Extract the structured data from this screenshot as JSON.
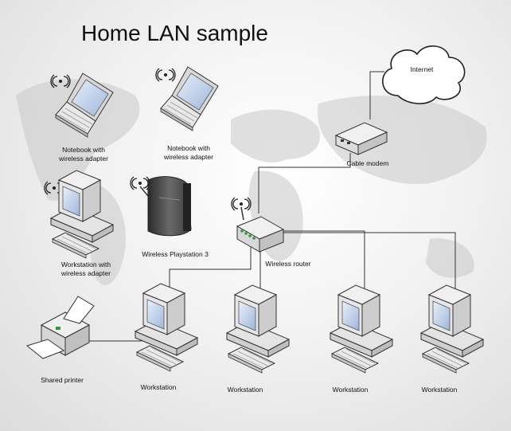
{
  "title": "Home LAN sample",
  "nodes": {
    "notebook1": [
      "Notebook with",
      "wireless adapter"
    ],
    "notebook2": [
      "Notebook with",
      "wireless adapter"
    ],
    "ws_wireless": [
      "Workstation with",
      "wireless adapter"
    ],
    "playstation": "Wireless Playstation 3",
    "internet": "Internet",
    "cable_modem": "Cable modem",
    "router": "Wireless router",
    "printer": "Shared printer",
    "ws1": "Workstation",
    "ws2": "Workstation",
    "ws3": "Workstation",
    "ws4": "Workstation"
  },
  "colors": {
    "line": "#333333",
    "device_body": "#e6e6e6",
    "screen": "#c7d7ee",
    "console": "#4a4a4a"
  }
}
